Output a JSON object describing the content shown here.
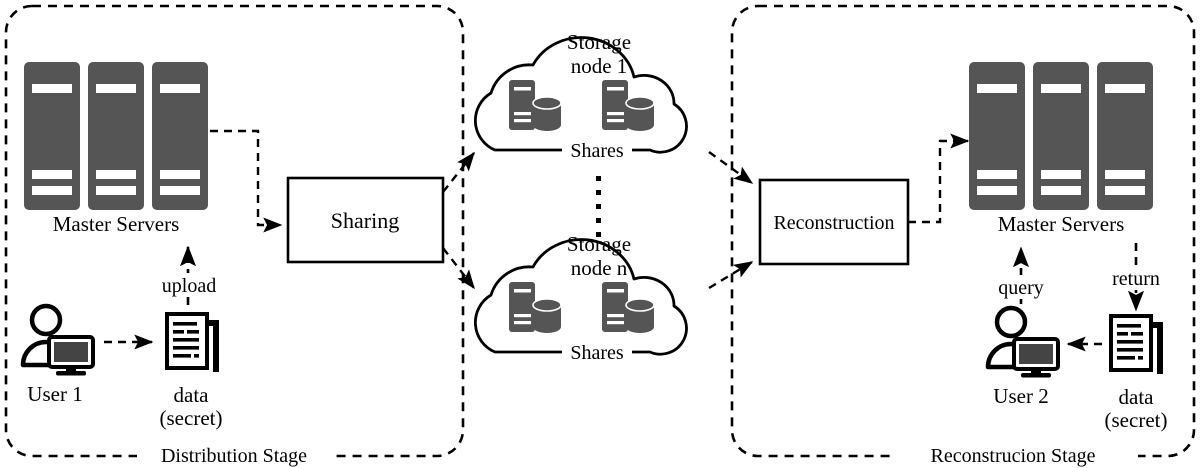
{
  "diagram": {
    "title": "Secret sharing distribution and reconstruction architecture",
    "colors": {
      "server_gray": "#555555",
      "stroke": "#000000",
      "background": "#ffffff",
      "bar_white": "#ffffff"
    },
    "stages": [
      {
        "id": "distribution",
        "label": "Distribution Stage"
      },
      {
        "id": "reconstruction",
        "label": "Reconstrucion Stage"
      }
    ],
    "left": {
      "servers_label": "Master Servers",
      "user_label": "User 1",
      "doc_label_line1": "data",
      "doc_label_line2": "(secret)",
      "upload_label": "upload",
      "process_box_label": "Sharing"
    },
    "middle": {
      "clouds": [
        {
          "title_line1": "Storage",
          "title_line2": "node 1",
          "shares_label": "Shares"
        },
        {
          "title_line1": "Storage",
          "title_line2": "node n",
          "shares_label": "Shares"
        }
      ],
      "ellipsis_dots": 5
    },
    "right": {
      "process_box_label": "Reconstruction",
      "servers_label": "Master Servers",
      "user_label": "User 2",
      "doc_label_line1": "data",
      "doc_label_line2": "(secret)",
      "query_label": "query",
      "return_label": "return"
    }
  }
}
